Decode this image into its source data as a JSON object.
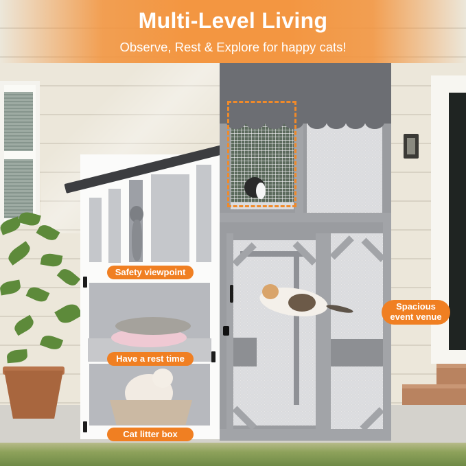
{
  "banner": {
    "title": "Multi-Level Living",
    "subtitle": "Observe, Rest & Explore for happy cats!",
    "color": "#f39641"
  },
  "callouts": [
    {
      "id": "safety-viewpoint",
      "label": "Safety viewpoint"
    },
    {
      "id": "rest-time",
      "label": "Have a rest time"
    },
    {
      "id": "litter-box",
      "label": "Cat litter box"
    },
    {
      "id": "event-venue",
      "label_line1": "Spacious",
      "label_line2": "event venue"
    }
  ],
  "accent_color": "#f07f22",
  "highlight_color": "#f08a2a",
  "product": {
    "enclosure_color": "#9a9ca0",
    "awning_color": "#6c6e73",
    "cabin_color": "#fbfbfa"
  }
}
